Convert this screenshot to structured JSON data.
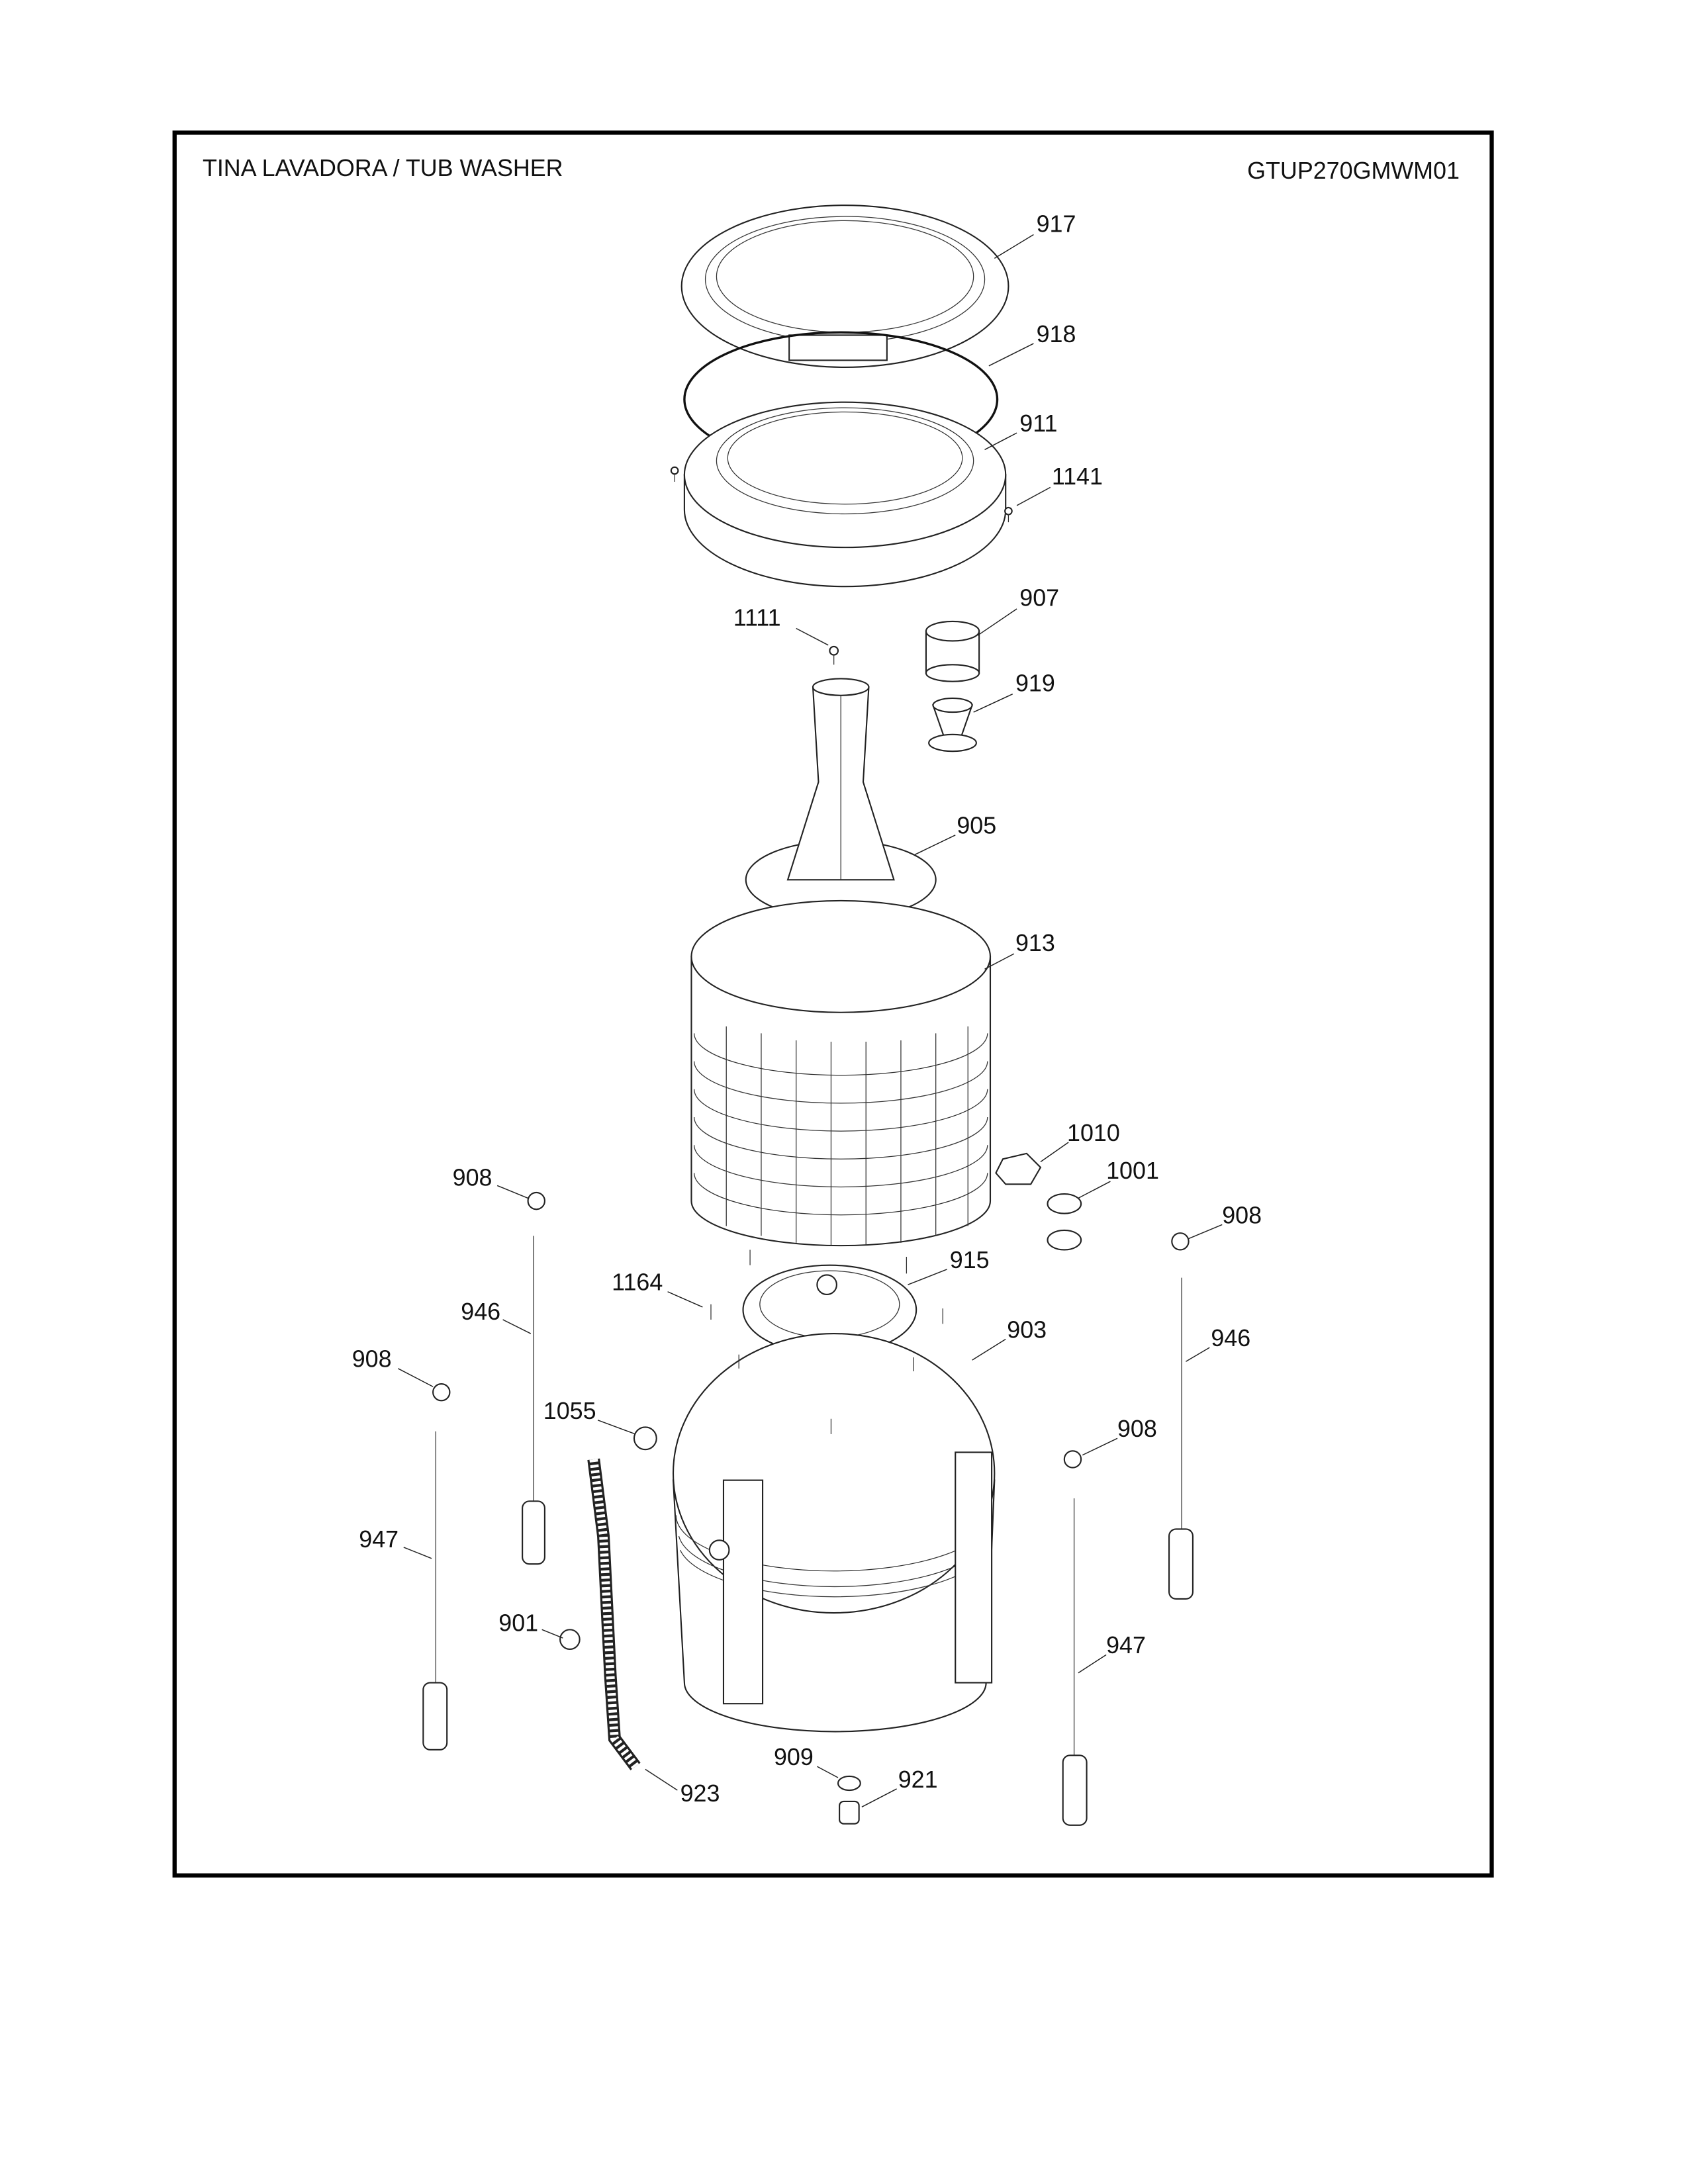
{
  "header": {
    "title": "TINA LAVADORA / TUB WASHER",
    "model": "GTUP270GMWM01"
  },
  "callouts": [
    "917",
    "918",
    "911",
    "1141",
    "1111",
    "907",
    "919",
    "905",
    "913",
    "1010",
    "1001",
    "908",
    "908",
    "915",
    "1164",
    "946",
    "903",
    "946",
    "908",
    "1055",
    "908",
    "947",
    "901",
    "947",
    "909",
    "921",
    "923"
  ]
}
